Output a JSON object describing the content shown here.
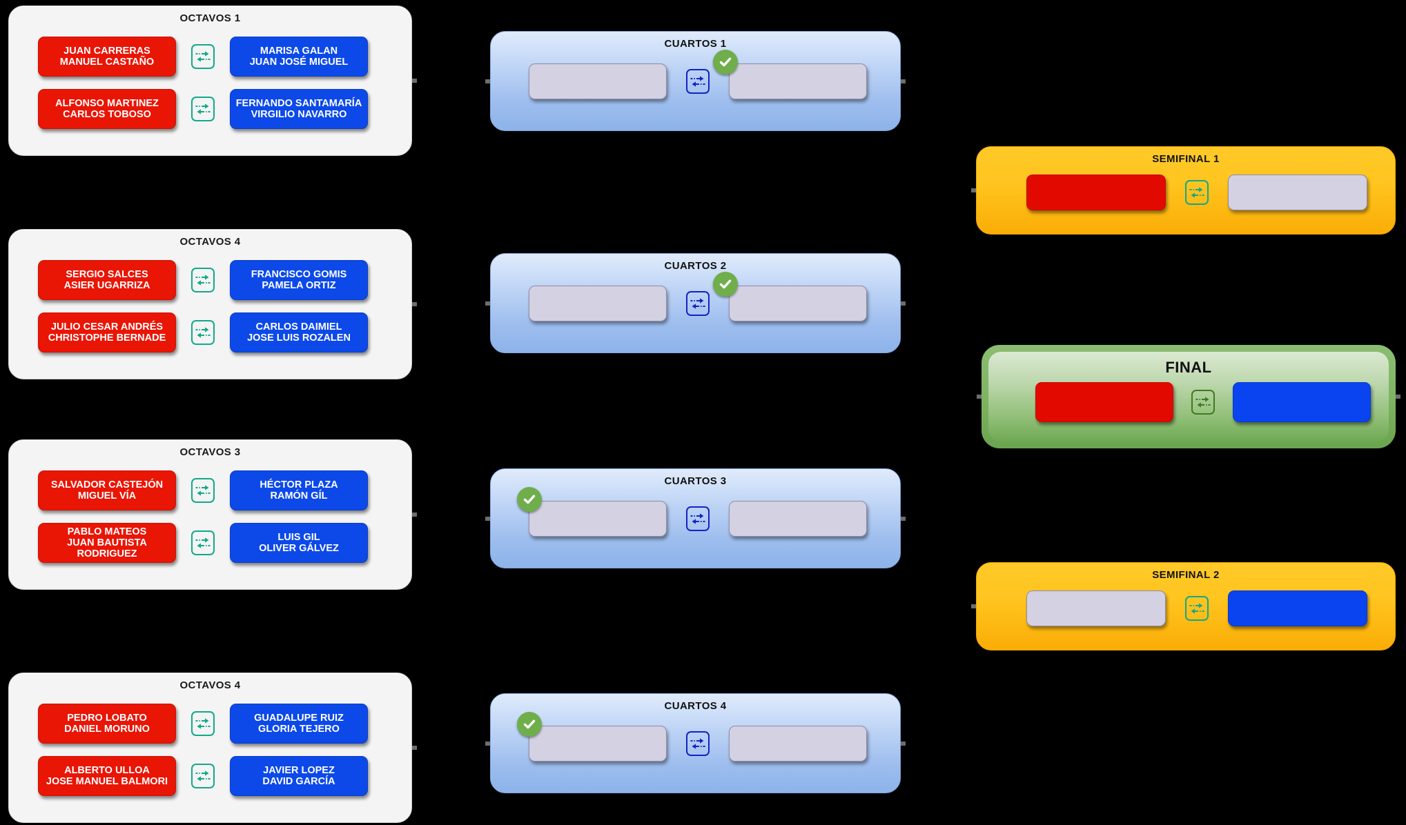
{
  "meta": {
    "colors": {
      "red": "#e91505",
      "blue": "#0c49e8",
      "empty_slot": "#d3d1e2",
      "octavos_panel": "#f4f4f4",
      "cuartos_panel": "#a8c6ef",
      "semifinal_panel": "#ffc107",
      "final_panel": "#7fb463",
      "swap_icon_teal": "#10a98a",
      "swap_icon_blue": "#1322c4",
      "swap_icon_green": "#3f7a1f",
      "check_badge_green": "#6fae4b",
      "background": "#000000"
    },
    "icons": {
      "swap": "swap-horizontal-icon",
      "check": "check-circle-icon"
    }
  },
  "octavos": [
    {
      "title": "OCTAVOS 1",
      "matches": [
        {
          "left": "JUAN CARRERAS\nMANUEL CASTAÑO",
          "right": "MARISA GALAN\nJUAN JOSÉ MIGUEL"
        },
        {
          "left": "ALFONSO MARTINEZ\nCARLOS TOBOSO",
          "right": "FERNANDO SANTAMARÍA\nVIRGILIO NAVARRO"
        }
      ]
    },
    {
      "title": "OCTAVOS 4",
      "matches": [
        {
          "left": "SERGIO SALCES\nASIER UGARRIZA",
          "right": "FRANCISCO GOMIS\nPAMELA ORTIZ"
        },
        {
          "left": "JULIO CESAR ANDRÉS\nCHRISTOPHE BERNADE",
          "right": "CARLOS DAIMIEL\nJOSE LUIS ROZALEN"
        }
      ]
    },
    {
      "title": "OCTAVOS 3",
      "matches": [
        {
          "left": "SALVADOR CASTEJÓN\nMIGUEL VÍA",
          "right": "HÉCTOR PLAZA\nRAMÓN GÍL"
        },
        {
          "left": "PABLO MATEOS\nJUAN BAUTISTA RODRIGUEZ",
          "right": "LUIS GIL\nOLIVER GÁLVEZ"
        }
      ]
    },
    {
      "title": "OCTAVOS 4",
      "matches": [
        {
          "left": "PEDRO LOBATO\nDANIEL MORUNO",
          "right": "GUADALUPE RUIZ\nGLORIA TEJERO"
        },
        {
          "left": "ALBERTO ULLOA\nJOSE MANUEL BALMORI",
          "right": "JAVIER LOPEZ\nDAVID GARCÍA"
        }
      ]
    }
  ],
  "cuartos": [
    {
      "title": "CUARTOS 1",
      "left": "",
      "right": "",
      "check_side": "right"
    },
    {
      "title": "CUARTOS 2",
      "left": "",
      "right": "",
      "check_side": "right"
    },
    {
      "title": "CUARTOS 3",
      "left": "",
      "right": "",
      "check_side": "left"
    },
    {
      "title": "CUARTOS 4",
      "left": "",
      "right": "",
      "check_side": "left"
    }
  ],
  "semifinals": [
    {
      "title": "SEMIFINAL 1",
      "left": "",
      "right": "",
      "left_state": "red",
      "right_state": "empty"
    },
    {
      "title": "SEMIFINAL 2",
      "left": "",
      "right": "",
      "left_state": "empty",
      "right_state": "blue"
    }
  ],
  "final": {
    "title": "FINAL",
    "left": "",
    "right": "",
    "left_state": "red",
    "right_state": "blue"
  }
}
